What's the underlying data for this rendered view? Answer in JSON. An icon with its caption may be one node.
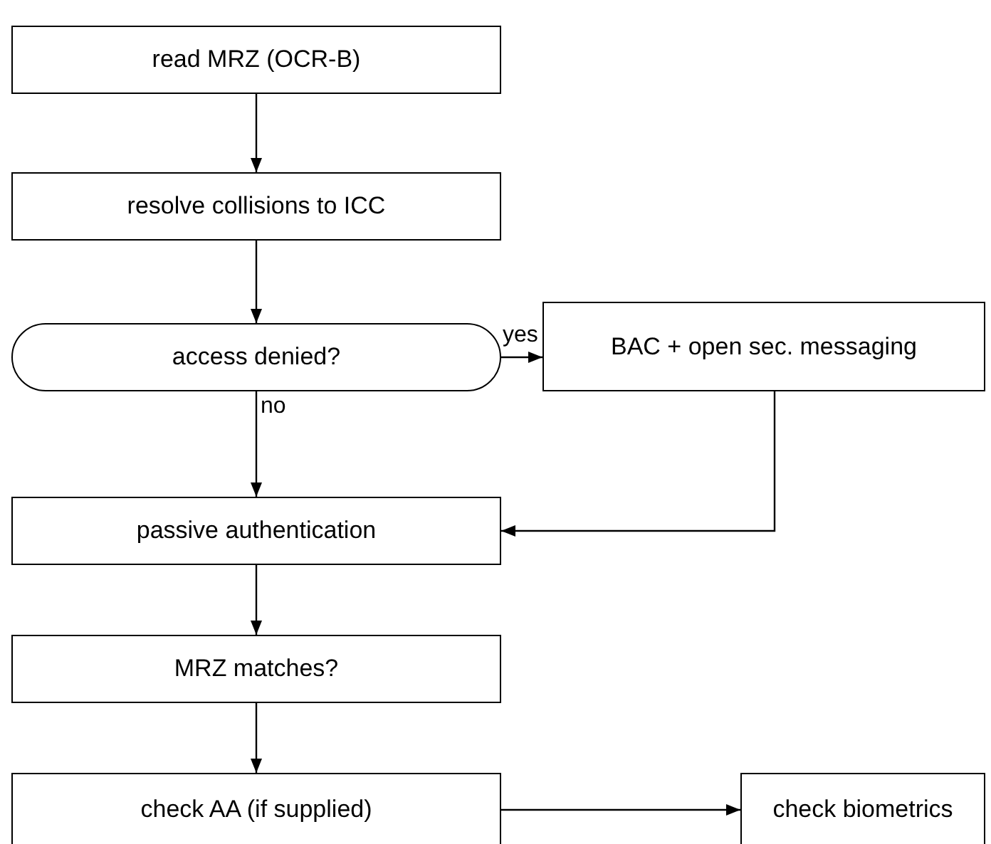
{
  "diagram": {
    "nodes": [
      {
        "text": [
          "read MRZ (OCR-B)"
        ]
      },
      {
        "text": [
          "resolve collisions to ICC"
        ]
      },
      {
        "text": [
          "access denied?"
        ]
      },
      {
        "text": [
          "BAC + open sec. messaging"
        ]
      },
      {
        "text": [
          "passive authentication"
        ]
      },
      {
        "text": [
          "MRZ matches?"
        ]
      },
      {
        "text": [
          "check AA (if supplied)"
        ]
      },
      {
        "text": [
          "check biometrics"
        ]
      }
    ],
    "edges": [
      {
        "from": 0,
        "to": 1,
        "arrow": "to"
      },
      {
        "from": 1,
        "to": 2,
        "arrow": "to"
      },
      {
        "from": 2,
        "to": 3,
        "arrow": "to",
        "label": "yes"
      },
      {
        "from": 2,
        "to": 4,
        "arrow": "to",
        "label": "no"
      },
      {
        "from": 3,
        "to": 4,
        "arrow": "to"
      },
      {
        "from": 4,
        "to": 5,
        "arrow": "to"
      },
      {
        "from": 5,
        "to": 6,
        "arrow": "to"
      },
      {
        "from": 6,
        "to": 7,
        "arrow": "to"
      }
    ]
  }
}
